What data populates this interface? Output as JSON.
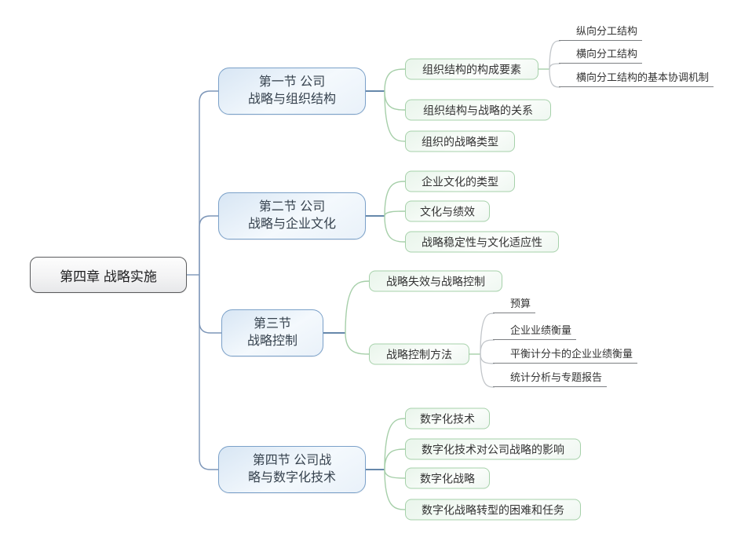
{
  "root": {
    "label": "第四章 战略实施"
  },
  "branches": [
    {
      "label": "第一节 公司\n战略与组织结构",
      "children": [
        {
          "label": "组织结构的构成要素",
          "leaves": [
            "纵向分工结构",
            "横向分工结构",
            "横向分工结构的基本协调机制"
          ]
        },
        {
          "label": "组织结构与战略的关系",
          "leaves": []
        },
        {
          "label": "组织的战略类型",
          "leaves": []
        }
      ]
    },
    {
      "label": "第二节 公司\n战略与企业文化",
      "children": [
        {
          "label": "企业文化的类型",
          "leaves": []
        },
        {
          "label": "文化与绩效",
          "leaves": []
        },
        {
          "label": "战略稳定性与文化适应性",
          "leaves": []
        }
      ]
    },
    {
      "label": "第三节\n战略控制",
      "children": [
        {
          "label": "战略失效与战略控制",
          "leaves": []
        },
        {
          "label": "战略控制方法",
          "leaves": [
            "预算",
            "企业业绩衡量",
            "平衡计分卡的企业业绩衡量",
            "统计分析与专题报告"
          ]
        }
      ]
    },
    {
      "label": "第四节 公司战\n略与数字化技术",
      "children": [
        {
          "label": "数字化技术",
          "leaves": []
        },
        {
          "label": "数字化技术对公司战略的影响",
          "leaves": []
        },
        {
          "label": "数字化战略",
          "leaves": []
        },
        {
          "label": "数字化战略转型的困难和任务",
          "leaves": []
        }
      ]
    }
  ],
  "colors": {
    "branch_border": "#7ba1c9",
    "branch_fill": "#e2edf8",
    "child_border": "#a6d1aa",
    "child_fill": "#eef7f0",
    "root_border": "#5b5c5e",
    "trunk_line": "#7d96b8",
    "branch_stub_line": "#33608f",
    "green_line": "#a6cfa9",
    "gray_line": "#c2c6ca",
    "leaf_underline": "#7c7f82"
  }
}
